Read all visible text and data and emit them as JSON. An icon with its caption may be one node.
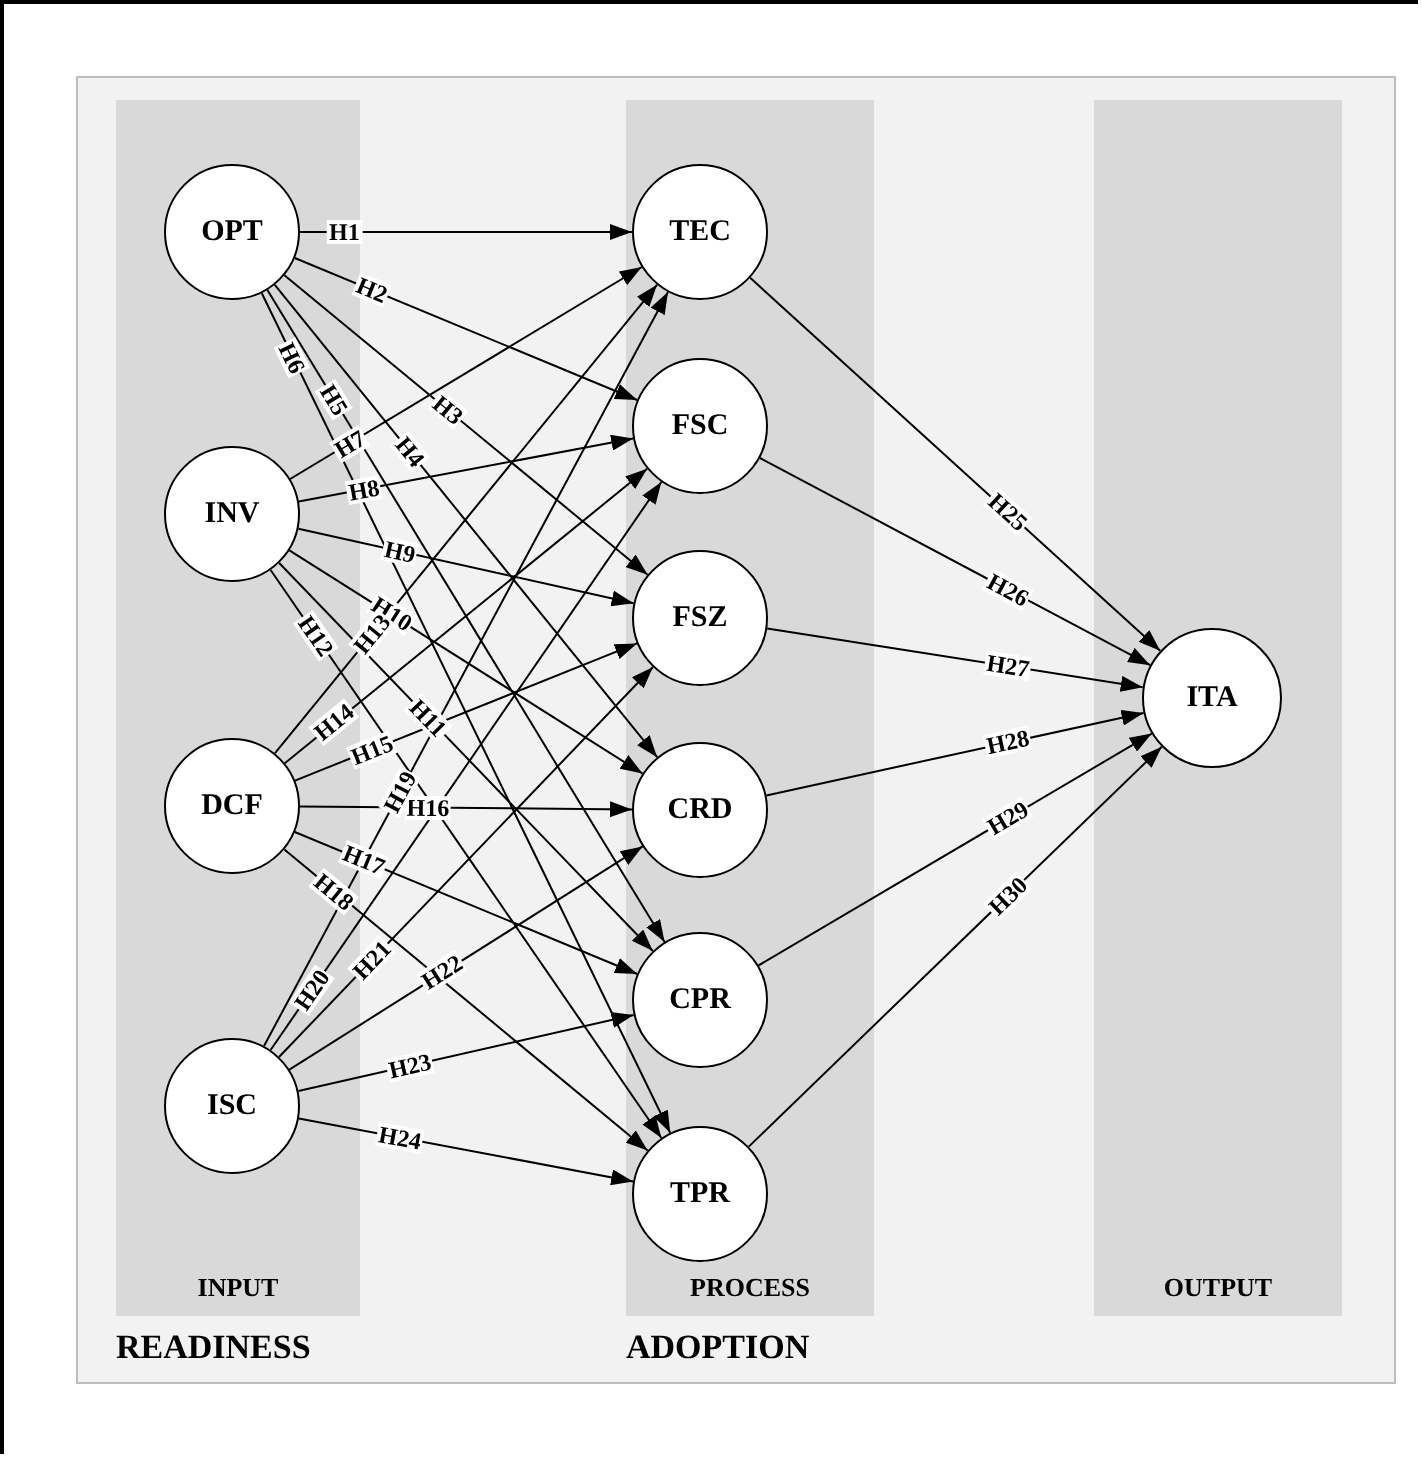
{
  "diagram": {
    "nodes": [
      {
        "text": [
          "INPUT",
          "READINESS"
        ]
      },
      {
        "text": [
          "OPT"
        ],
        "in": 0
      },
      {
        "text": [
          "INV"
        ],
        "in": 0
      },
      {
        "text": [
          "DCF"
        ],
        "in": 0
      },
      {
        "text": [
          "ISC"
        ],
        "in": 0
      },
      {
        "text": [
          "PROCESS",
          "ADOPTION"
        ]
      },
      {
        "text": [
          "TEC"
        ],
        "in": 5
      },
      {
        "text": [
          "FSC"
        ],
        "in": 5
      },
      {
        "text": [
          "FSZ"
        ],
        "in": 5
      },
      {
        "text": [
          "CRD"
        ],
        "in": 5
      },
      {
        "text": [
          "CPR"
        ],
        "in": 5
      },
      {
        "text": [
          "TPR"
        ],
        "in": 5
      },
      {
        "text": [
          "OUTPUT"
        ]
      },
      {
        "text": [
          "ITA"
        ],
        "in": 12
      }
    ],
    "edges": [
      {
        "from": 1,
        "to": 6,
        "arrow": "to",
        "label": "H1"
      },
      {
        "from": 1,
        "to": 7,
        "arrow": "to",
        "label": "H2"
      },
      {
        "from": 1,
        "to": 8,
        "arrow": "to",
        "label": "H3"
      },
      {
        "from": 1,
        "to": 9,
        "arrow": "to",
        "label": "H4"
      },
      {
        "from": 1,
        "to": 10,
        "arrow": "to",
        "label": "H5"
      },
      {
        "from": 1,
        "to": 11,
        "arrow": "to",
        "label": "H6"
      },
      {
        "from": 2,
        "to": 6,
        "arrow": "to",
        "label": "H7"
      },
      {
        "from": 2,
        "to": 7,
        "arrow": "to",
        "label": "H8"
      },
      {
        "from": 2,
        "to": 8,
        "arrow": "to",
        "label": "H9"
      },
      {
        "from": 2,
        "to": 9,
        "arrow": "to",
        "label": "H10"
      },
      {
        "from": 2,
        "to": 10,
        "arrow": "to",
        "label": "H11"
      },
      {
        "from": 2,
        "to": 11,
        "arrow": "to",
        "label": "H12"
      },
      {
        "from": 3,
        "to": 6,
        "arrow": "to",
        "label": "H13"
      },
      {
        "from": 3,
        "to": 7,
        "arrow": "to",
        "label": "H14"
      },
      {
        "from": 3,
        "to": 8,
        "arrow": "to",
        "label": "H15"
      },
      {
        "from": 3,
        "to": 9,
        "arrow": "to",
        "label": "H16"
      },
      {
        "from": 3,
        "to": 10,
        "arrow": "to",
        "label": "H17"
      },
      {
        "from": 3,
        "to": 11,
        "arrow": "to",
        "label": "H18"
      },
      {
        "from": 4,
        "to": 6,
        "arrow": "to",
        "label": "H19"
      },
      {
        "from": 4,
        "to": 7,
        "arrow": "to",
        "label": "H20"
      },
      {
        "from": 4,
        "to": 8,
        "arrow": "to",
        "label": "H21"
      },
      {
        "from": 4,
        "to": 9,
        "arrow": "to",
        "label": "H22"
      },
      {
        "from": 4,
        "to": 10,
        "arrow": "to",
        "label": "H23"
      },
      {
        "from": 4,
        "to": 11,
        "arrow": "to",
        "label": "H24"
      },
      {
        "from": 6,
        "to": 13,
        "arrow": "to",
        "label": "H25"
      },
      {
        "from": 7,
        "to": 13,
        "arrow": "to",
        "label": "H26"
      },
      {
        "from": 8,
        "to": 13,
        "arrow": "to",
        "label": "H27"
      },
      {
        "from": 9,
        "to": 13,
        "arrow": "to",
        "label": "H28"
      },
      {
        "from": 10,
        "to": 13,
        "arrow": "to",
        "label": "H29"
      },
      {
        "from": 11,
        "to": 13,
        "arrow": "to",
        "label": "H30"
      }
    ]
  }
}
